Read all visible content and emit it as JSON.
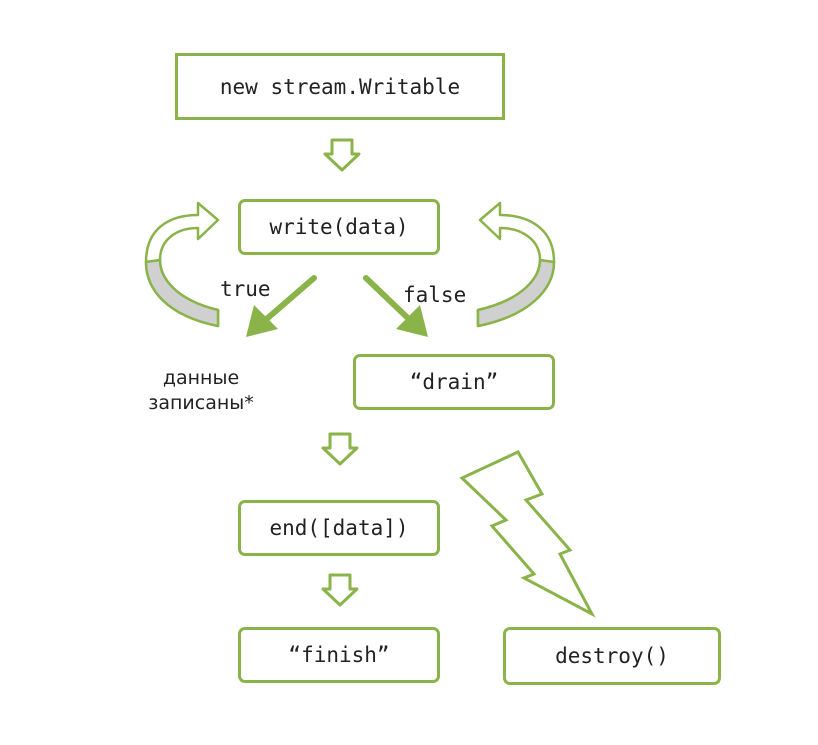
{
  "nodes": {
    "constructor": "new stream.Writable",
    "write": "write(data)",
    "drain": "“drain”",
    "end": "end([data])",
    "finish": "“finish”",
    "destroy": "destroy()"
  },
  "labels": {
    "true_branch": "true",
    "false_branch": "false",
    "written_line1": "данные",
    "written_line2": "записаны*"
  },
  "colors": {
    "accent": "#8ab34a",
    "fill": "#d0d0d0",
    "text": "#222222"
  }
}
